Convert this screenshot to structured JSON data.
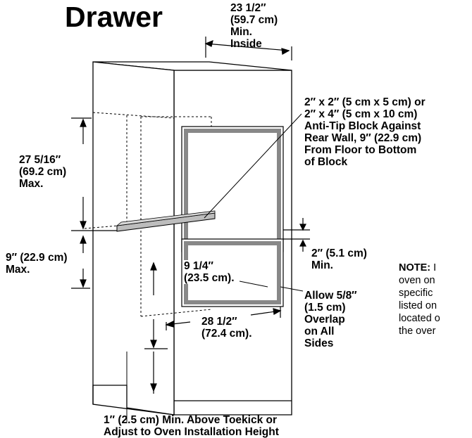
{
  "title": "Drawer",
  "labels": {
    "width_inside": [
      "23 1/2″",
      "(59.7 cm)",
      "Min.",
      "Inside"
    ],
    "anti_tip": [
      "2″ x 2″ (5 cm x 5 cm) or",
      "2″ x 4″ (5 cm x 10 cm)",
      "Anti-Tip Block Against",
      "Rear Wall, 9″ (22.9 cm)",
      "From Floor to Bottom",
      "of Block"
    ],
    "height_max": [
      "27 5/16″",
      "(69.2 cm)",
      "Max."
    ],
    "floor_max": [
      "9″ (22.9 cm)",
      "Max."
    ],
    "gap_min": [
      "2″ (5.1 cm)",
      "Min."
    ],
    "drawer_height": [
      "9 1/4″",
      "(23.5 cm)."
    ],
    "overlap": [
      "Allow 5/8″",
      "(1.5 cm)",
      "Overlap",
      "on All",
      "Sides"
    ],
    "drawer_width": [
      "28 1/2″",
      "(72.4 cm)."
    ],
    "toekick": [
      "1″ (2.5 cm) Min. Above Toekick or",
      "Adjust to Oven Installation Height"
    ]
  },
  "note": {
    "heading": "NOTE:",
    "lines": [
      " I",
      "oven on",
      "specific",
      "listed on",
      "located o",
      "the over"
    ]
  }
}
